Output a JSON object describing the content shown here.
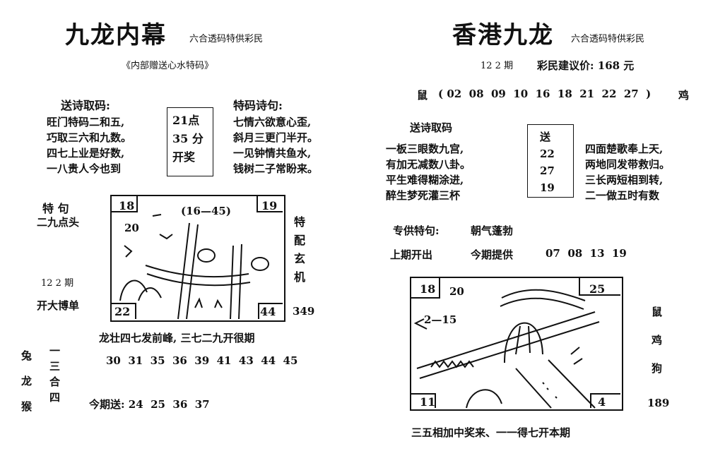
{
  "left": {
    "title": "九龙内幕",
    "subtitle": "六合透码特供彩民",
    "note": "《内部赠送心水特码》",
    "send_poem_label": "送诗取码:",
    "send_poem_lines": [
      "旺门特码二和五,",
      "巧取三六和九数。",
      "四七上业是好数,",
      "一八贵人今也到"
    ],
    "time_box": [
      "21点",
      "35 分",
      "开奖"
    ],
    "special_poem_label": "特码诗句:",
    "special_poem_lines": [
      "七情六欲意心歪,",
      "斜月三更门半开。",
      "一见钟情共鱼水,",
      "钱树二子常盼来。"
    ],
    "special_sentence_label": "特   句",
    "special_sentence": "二九点头",
    "issue": "12 2 期",
    "open_label": "开大博单",
    "pic_labels": {
      "tl": "18",
      "tr": "19",
      "bl": "22",
      "br": "44",
      "range": "(16—45)",
      "scribble": "20"
    },
    "side_text": [
      "特",
      "配",
      "玄",
      "机"
    ],
    "side_number": "349",
    "bottom_line": "龙壮四七发前峰, 三七二九开很期",
    "numbers": "30  31  35  36  39  41  43  44  45",
    "zodiac_col": [
      "兔",
      "龙",
      "猴"
    ],
    "combo_col": [
      "一",
      "三",
      "合",
      "四"
    ],
    "today_send": "今期送: 24  25  36  37"
  },
  "right": {
    "title": "香港九龙",
    "subtitle": "六合透码特供彩民",
    "issue": "12 2 期",
    "price": "彩民建议价: 168 元",
    "zodiac_row": {
      "start": "鼠",
      "numbers": "( 02  08  09  10  16  18  21  22  27  )",
      "end": "鸡"
    },
    "send_poem_label": "送诗取码",
    "send_poem_lines": [
      "一板三眼数九宫,",
      "有加无减数八卦。",
      "平生难得糊涂进,",
      "醉生梦死灌三杯"
    ],
    "send_box": [
      "送",
      "22",
      "27",
      "19"
    ],
    "poem_right": [
      "四面楚歌奉上天,",
      "两地同发带救归。",
      "三长两短相到转,",
      "二一做五时有数"
    ],
    "special_label": "专供特句:",
    "special_value": "朝气蓬勃",
    "last_label": "上期开出",
    "provide_label": "今期提供",
    "provide_numbers": "07  08  13  19",
    "pic_labels": {
      "tl": "18",
      "tr": "25",
      "bl": "11",
      "br": "4",
      "range": "2—15",
      "scribble": "20"
    },
    "side_zodiac": [
      "鼠",
      "鸡",
      "狗"
    ],
    "side_number": "189",
    "bottom_line": "三五相加中奖来、一一得七开本期"
  }
}
